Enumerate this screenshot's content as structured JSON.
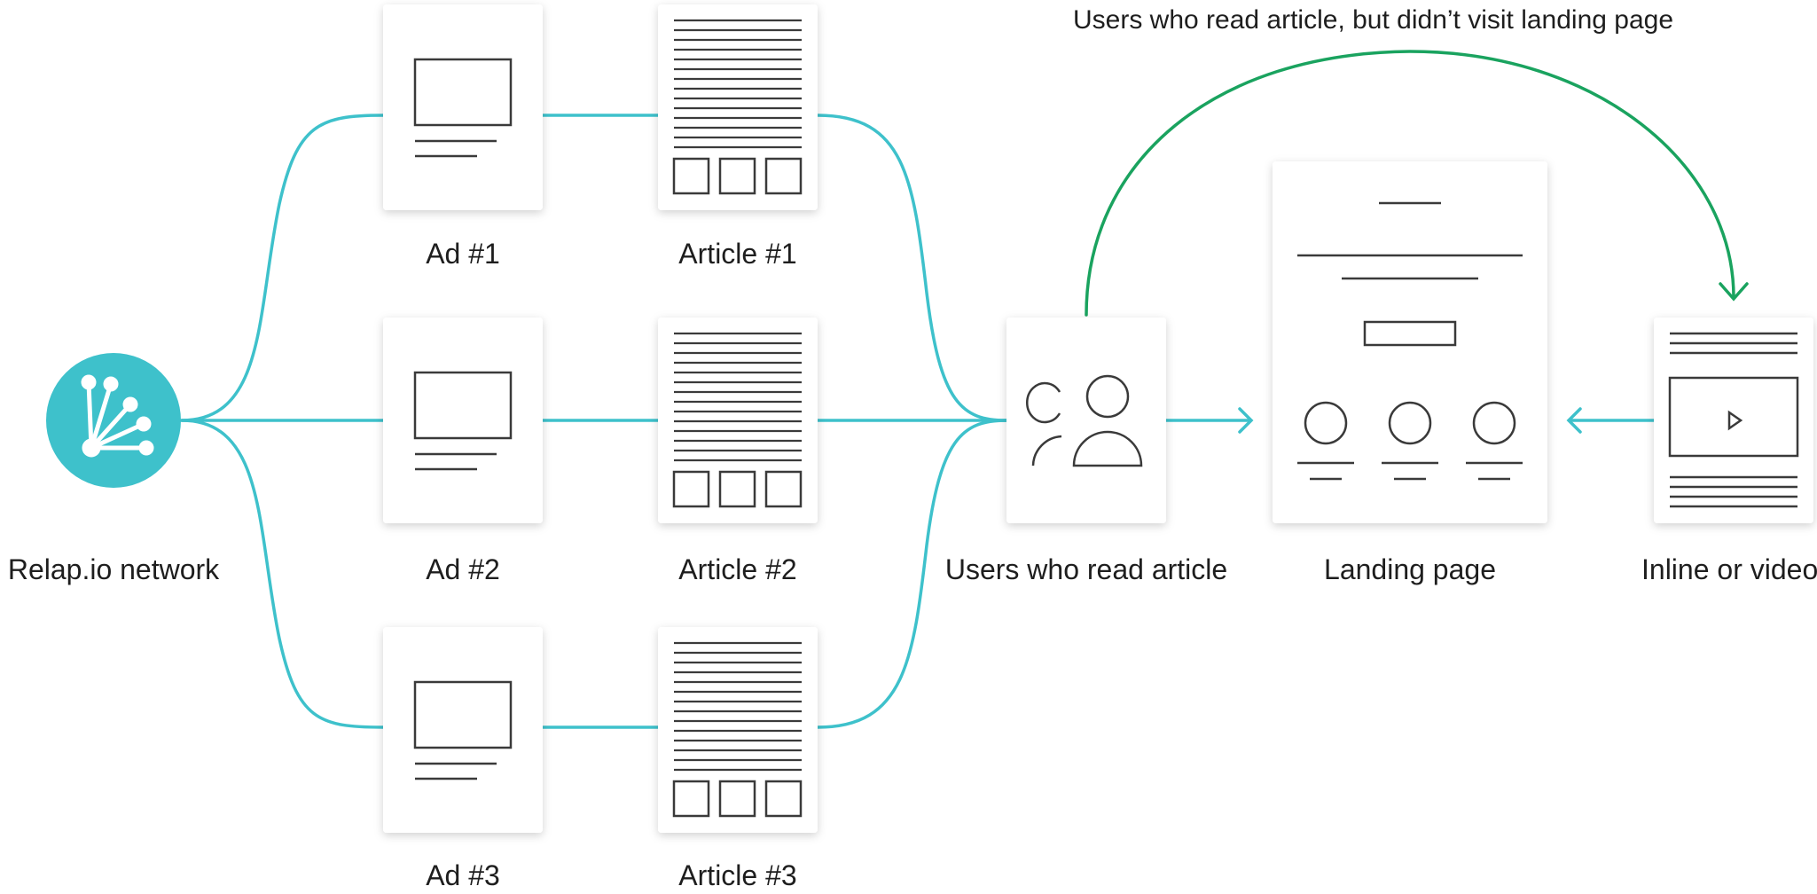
{
  "network": {
    "label": "Relap.io network",
    "icon": "network-hub-icon"
  },
  "ads": [
    {
      "label": "Ad #1"
    },
    {
      "label": "Ad #2"
    },
    {
      "label": "Ad #3"
    }
  ],
  "articles": [
    {
      "label": "Article #1"
    },
    {
      "label": "Article #2"
    },
    {
      "label": "Article #3"
    }
  ],
  "users": {
    "label": "Users who read article",
    "icon": "users-icon"
  },
  "landing": {
    "label": "Landing page"
  },
  "inline": {
    "label": "Inline or video",
    "icon": "play-icon"
  },
  "retarget": {
    "label": "Users who read article, but didn’t visit landing page"
  },
  "colors": {
    "teal": "#3ec1cb",
    "green": "#1aa35f",
    "card_stroke": "#3a3a3a",
    "card_bg": "#ffffff"
  }
}
